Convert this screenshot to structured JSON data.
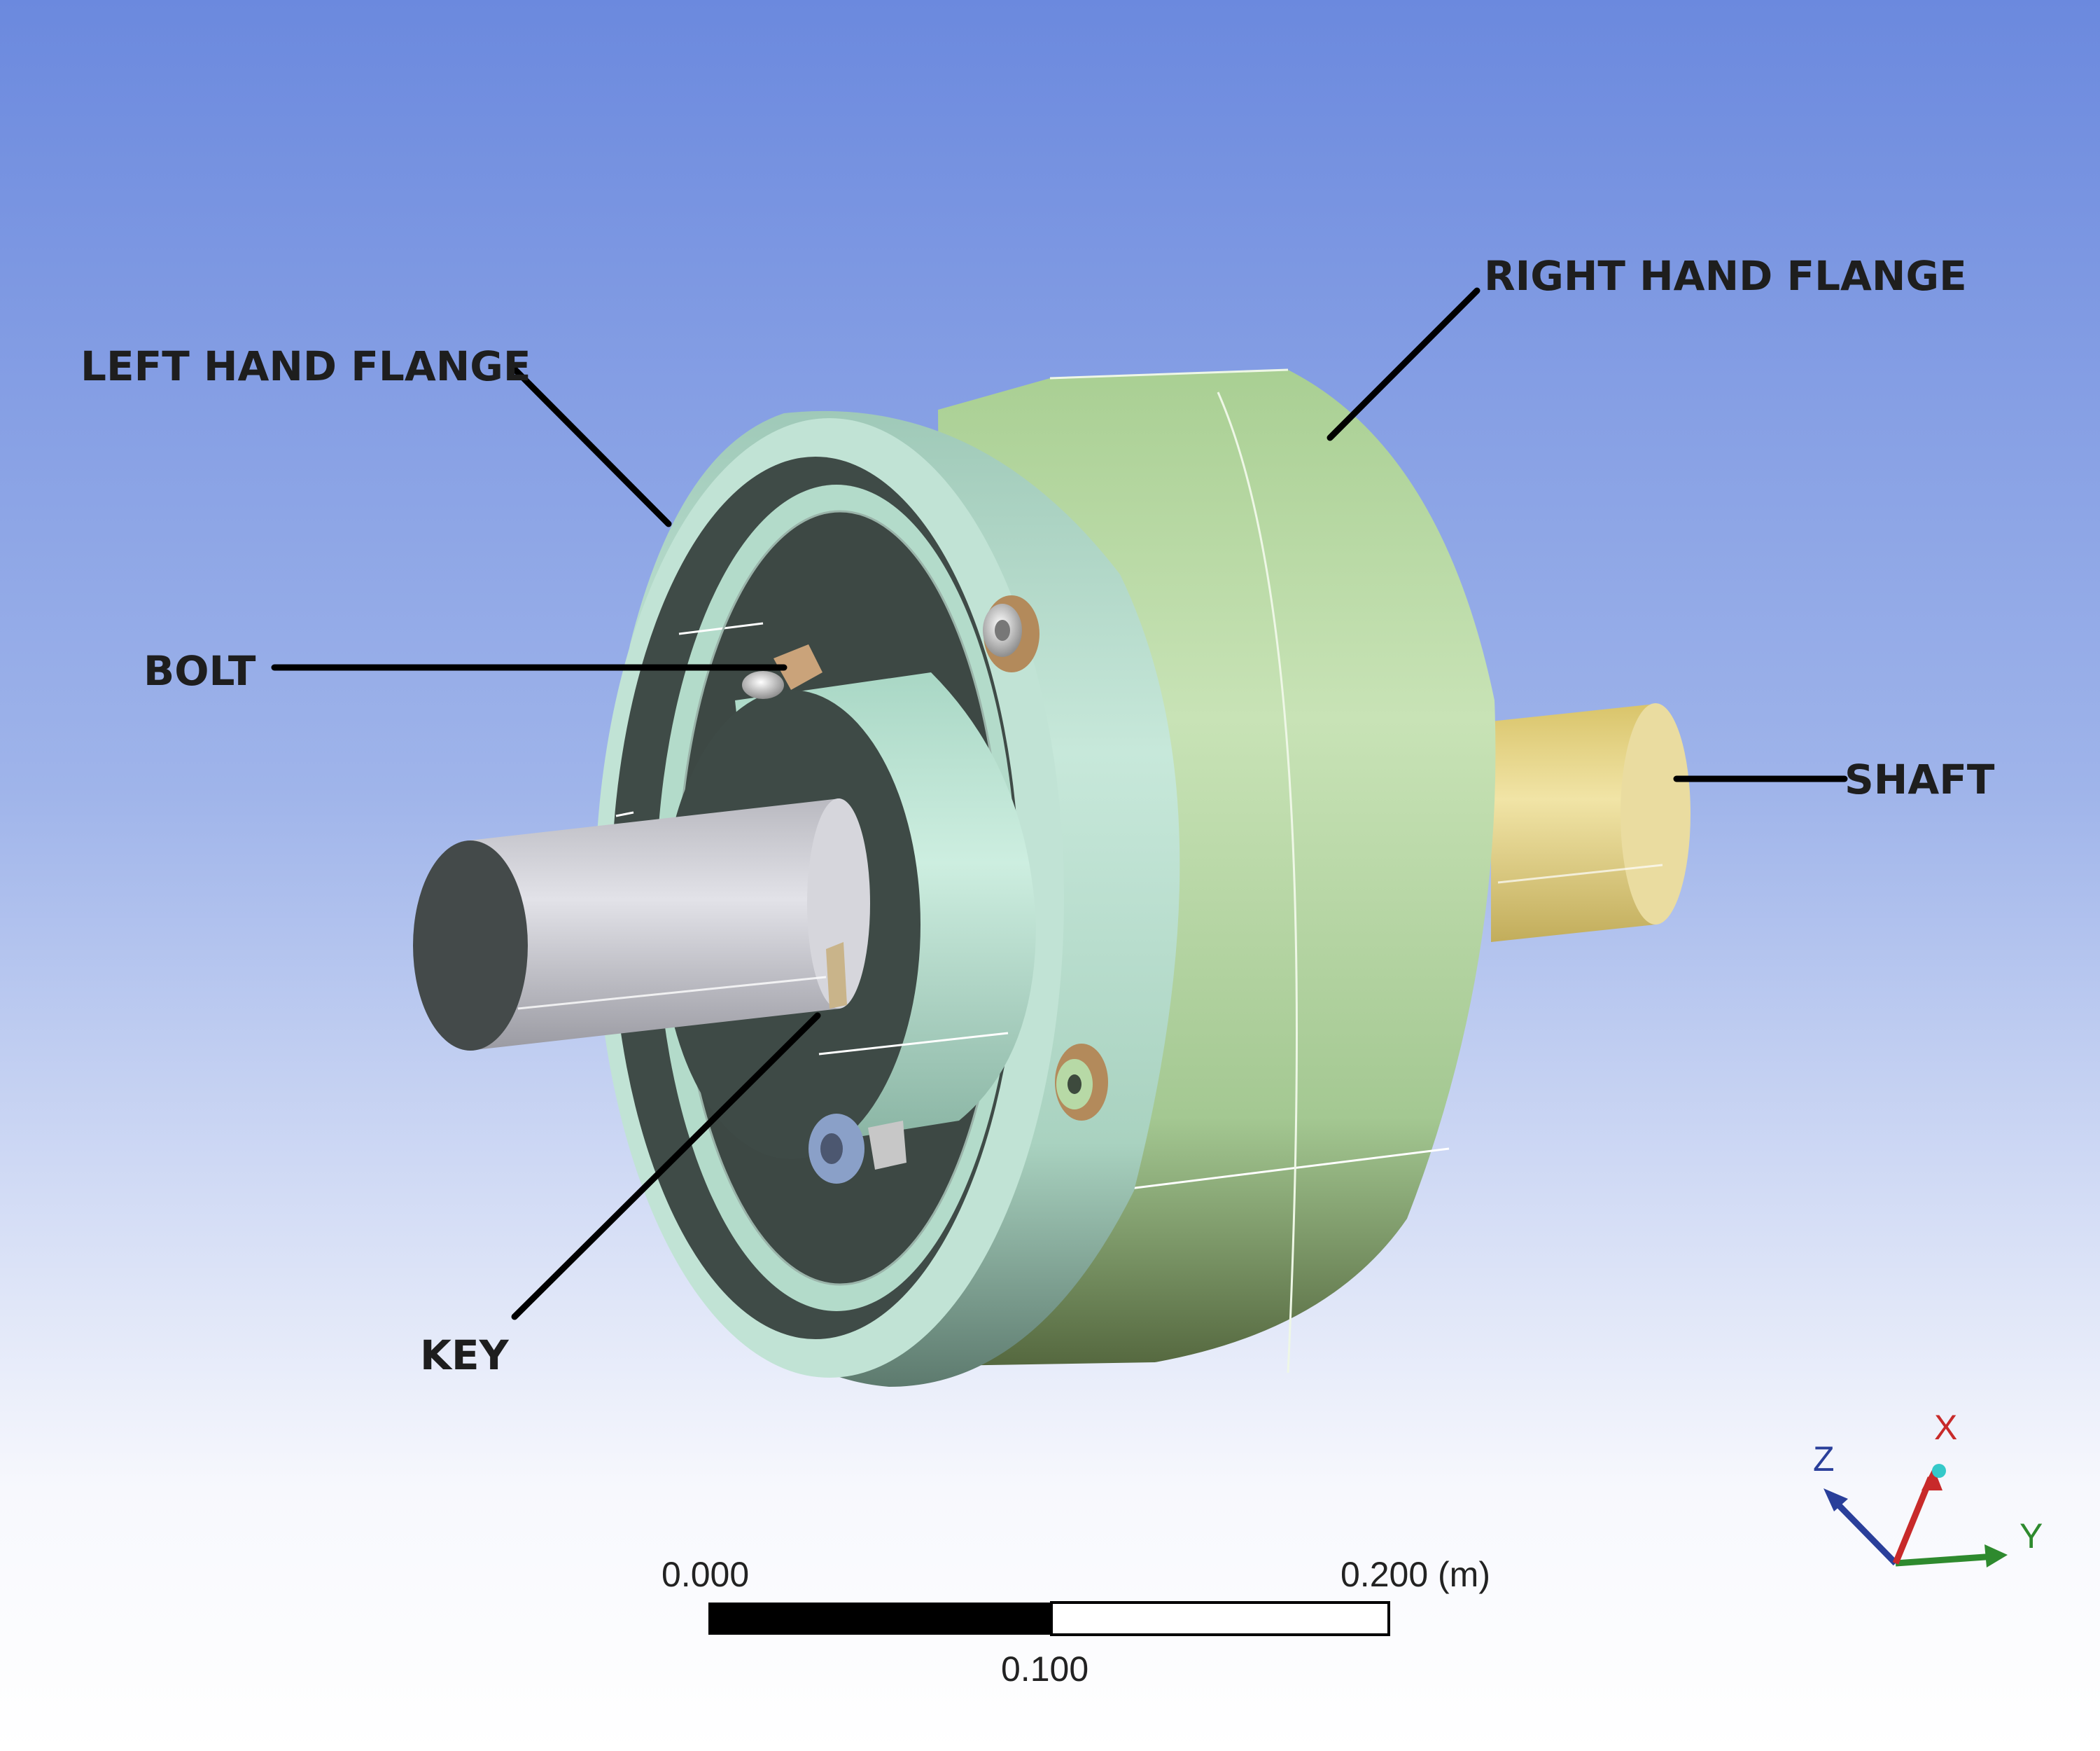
{
  "labels": {
    "left_flange": "LEFT HAND FLANGE",
    "right_flange": "RIGHT HAND FLANGE",
    "bolt": "BOLT",
    "shaft": "SHAFT",
    "key": "KEY"
  },
  "scale_bar": {
    "start": "0.000",
    "end": "0.200 (m)",
    "mid": "0.100"
  },
  "triad": {
    "x": "X",
    "y": "Y",
    "z": "Z"
  },
  "colors": {
    "background_top": "#6d8bdf",
    "background_bottom": "#ffffff",
    "flange_left": "#b9dfcf",
    "flange_right": "#b9d6a4",
    "flange_dark": "#3f4b47",
    "shaft_left": "#c8c8cf",
    "shaft_right": "#e5d48d",
    "axis_x": "#c82a2a",
    "axis_y": "#2e8a2e",
    "axis_z": "#2a3f9a"
  }
}
